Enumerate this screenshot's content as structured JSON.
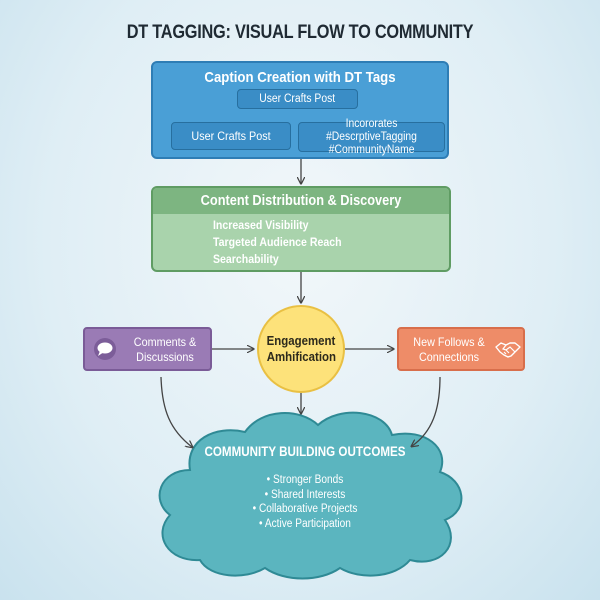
{
  "title": "DT TAGGING: VISUAL FLOW TO COMMUNITY",
  "caption_creation": {
    "title": "Caption Creation with DT Tags",
    "top_node": "User Crafts Post",
    "left_node": "User Crafts Post",
    "right_node_line1": "Incororates #DescrptiveTagging",
    "right_node_line2": "#CommunityName"
  },
  "distribution": {
    "title": "Content Distribution & Discovery",
    "items": [
      "Increased Visibility",
      "Targeted Audience Reach",
      "Searchability"
    ]
  },
  "engagement": {
    "line1": "Engagement",
    "line2": "Amhification"
  },
  "comments": {
    "line1": "Comments &",
    "line2": "Discussions",
    "icon": "speech-bubble-icon"
  },
  "follows": {
    "line1": "New Follows &",
    "line2": "Connections",
    "icon": "handshake-icon"
  },
  "outcomes": {
    "title": "COMMUNITY BUILDING OUTCOMES",
    "items": [
      "• Stronger Bonds",
      "• Shared Interests",
      "• Collaborative Projects",
      "• Active Participation"
    ]
  },
  "colors": {
    "blue": "#4a9fd6",
    "green": "#a9d3ac",
    "purple": "#9a7bb5",
    "orange": "#ee8c68",
    "yellow": "#fde27a",
    "teal": "#5bb5bf"
  }
}
